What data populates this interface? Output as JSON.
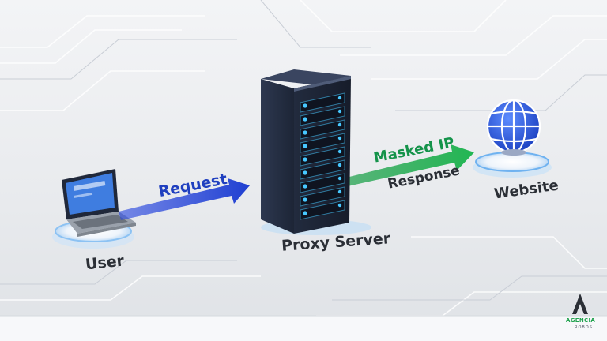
{
  "nodes": {
    "user": "User",
    "proxy": "Proxy Server",
    "website": "Website"
  },
  "edges": {
    "request": "Request",
    "masked_ip": "Masked IP",
    "response": "Response"
  },
  "logo": {
    "name": "AGENCIA",
    "sub": "ROBOS"
  },
  "colors": {
    "request_arrow": "#1f3fd1",
    "masked_arrow": "#18a84a",
    "server_body": "#1b2233",
    "server_led": "#47c8ff",
    "globe": "#1f4fd1",
    "platform_glow": "#7fc4ff"
  }
}
